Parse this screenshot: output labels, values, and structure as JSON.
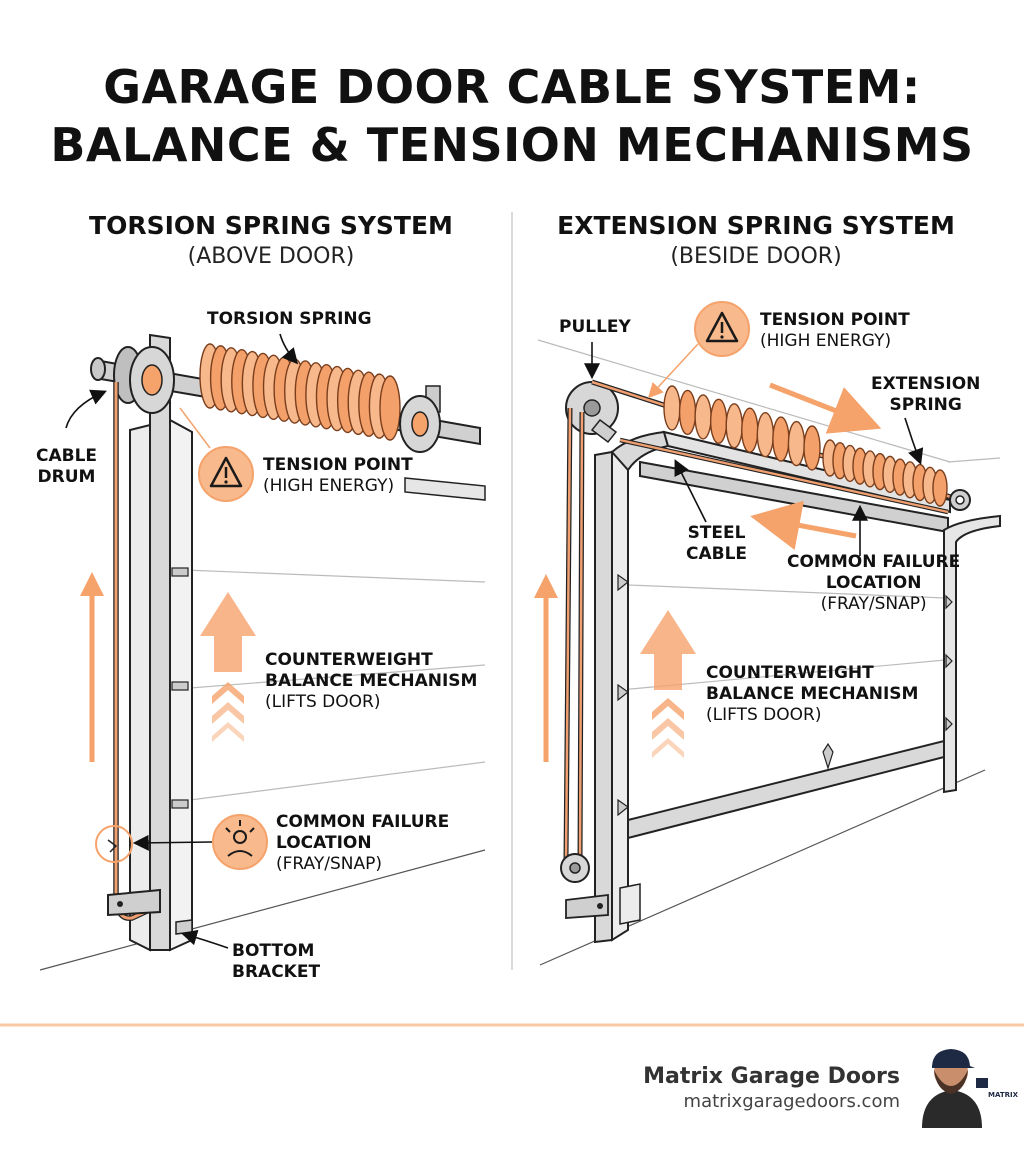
{
  "title": {
    "line1": "GARAGE DOOR CABLE SYSTEM:",
    "line2": "BALANCE & TENSION MECHANISMS"
  },
  "torsion": {
    "heading": "TORSION SPRING SYSTEM",
    "subheading": "(ABOVE DOOR)",
    "labels": {
      "torsion_spring": "TORSION SPRING",
      "cable_drum_1": "CABLE",
      "cable_drum_2": "DRUM",
      "tension_point": "TENSION POINT",
      "tension_point_sub": "(HIGH ENERGY)",
      "counterweight_1": "COUNTERWEIGHT",
      "counterweight_2": "BALANCE MECHANISM",
      "counterweight_sub": "(LIFTS DOOR)",
      "failure_1": "COMMON FAILURE",
      "failure_2": "LOCATION",
      "failure_sub": "(FRAY/SNAP)",
      "bottom_bracket_1": "BOTTOM",
      "bottom_bracket_2": "BRACKET"
    }
  },
  "extension": {
    "heading": "EXTENSION SPRING SYSTEM",
    "subheading": "(BESIDE DOOR)",
    "labels": {
      "pulley": "PULLEY",
      "tension_point": "TENSION POINT",
      "tension_point_sub": "(HIGH ENERGY)",
      "extension_spring_1": "EXTENSION",
      "extension_spring_2": "SPRING",
      "steel_cable_1": "STEEL",
      "steel_cable_2": "CABLE",
      "failure_1": "COMMON FAILURE",
      "failure_2": "LOCATION",
      "failure_sub": "(FRAY/SNAP)",
      "counterweight_1": "COUNTERWEIGHT",
      "counterweight_2": "BALANCE MECHANISM",
      "counterweight_sub": "(LIFTS DOOR)"
    }
  },
  "footer": {
    "brand_name": "Matrix Garage Doors",
    "brand_url": "matrixgaragedoors.com"
  },
  "colors": {
    "accent": "#f5a26b",
    "accent_light": "#fbd3b3",
    "rail": "#d9d9d9",
    "outline": "#1a1a1a"
  },
  "icons": [
    "warning-icon",
    "snap-icon",
    "up-arrow-icon",
    "chevron-icon",
    "avatar"
  ]
}
